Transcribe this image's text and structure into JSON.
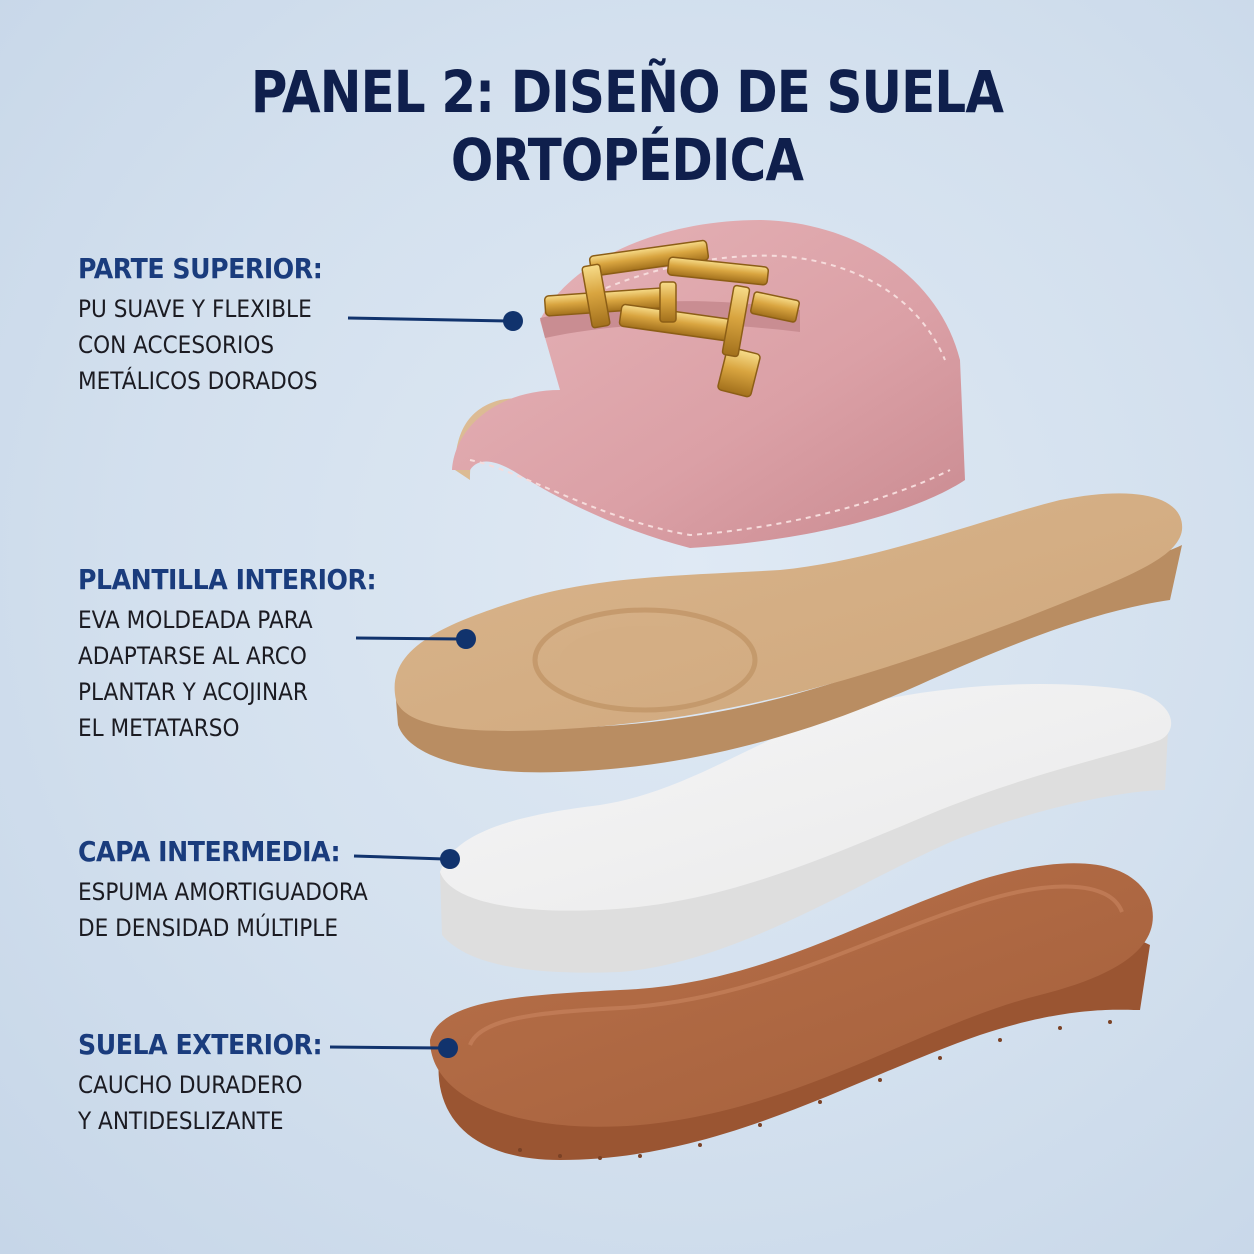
{
  "title": "PANEL 2: DISEÑO DE SUELA ORTOPÉDICA",
  "colors": {
    "background": "#d3e0ee",
    "title": "#0f1f4c",
    "heading": "#1a3c7d",
    "leader_dot": "#11336d",
    "upper_pink": "#dea6ab",
    "buckle_gold": "#d8a640",
    "insole_tan": "#d9b48c",
    "midlayer_white": "#f1f1f1",
    "outsole_brown": "#b26b45"
  },
  "layers": [
    {
      "id": "upper",
      "heading": "PARTE SUPERIOR:",
      "description": "PU SUAVE Y FLEXIBLE\nCON ACCESORIOS\nMETÁLICOS DORADOS"
    },
    {
      "id": "insole",
      "heading": "PLANTILLA INTERIOR:",
      "description": "EVA MOLDEADA PARA\nADAPTARSE AL ARCO\nPLANTAR Y ACOJINAR\nEL METATARSO"
    },
    {
      "id": "midlayer",
      "heading": "CAPA INTERMEDIA:",
      "description": "ESPUMA AMORTIGUADORA\nDE DENSIDAD MÚLTIPLE"
    },
    {
      "id": "outsole",
      "heading": "SUELA EXTERIOR:",
      "description": "CAUCHO DURADERO\nY ANTIDESLIZANTE"
    }
  ]
}
